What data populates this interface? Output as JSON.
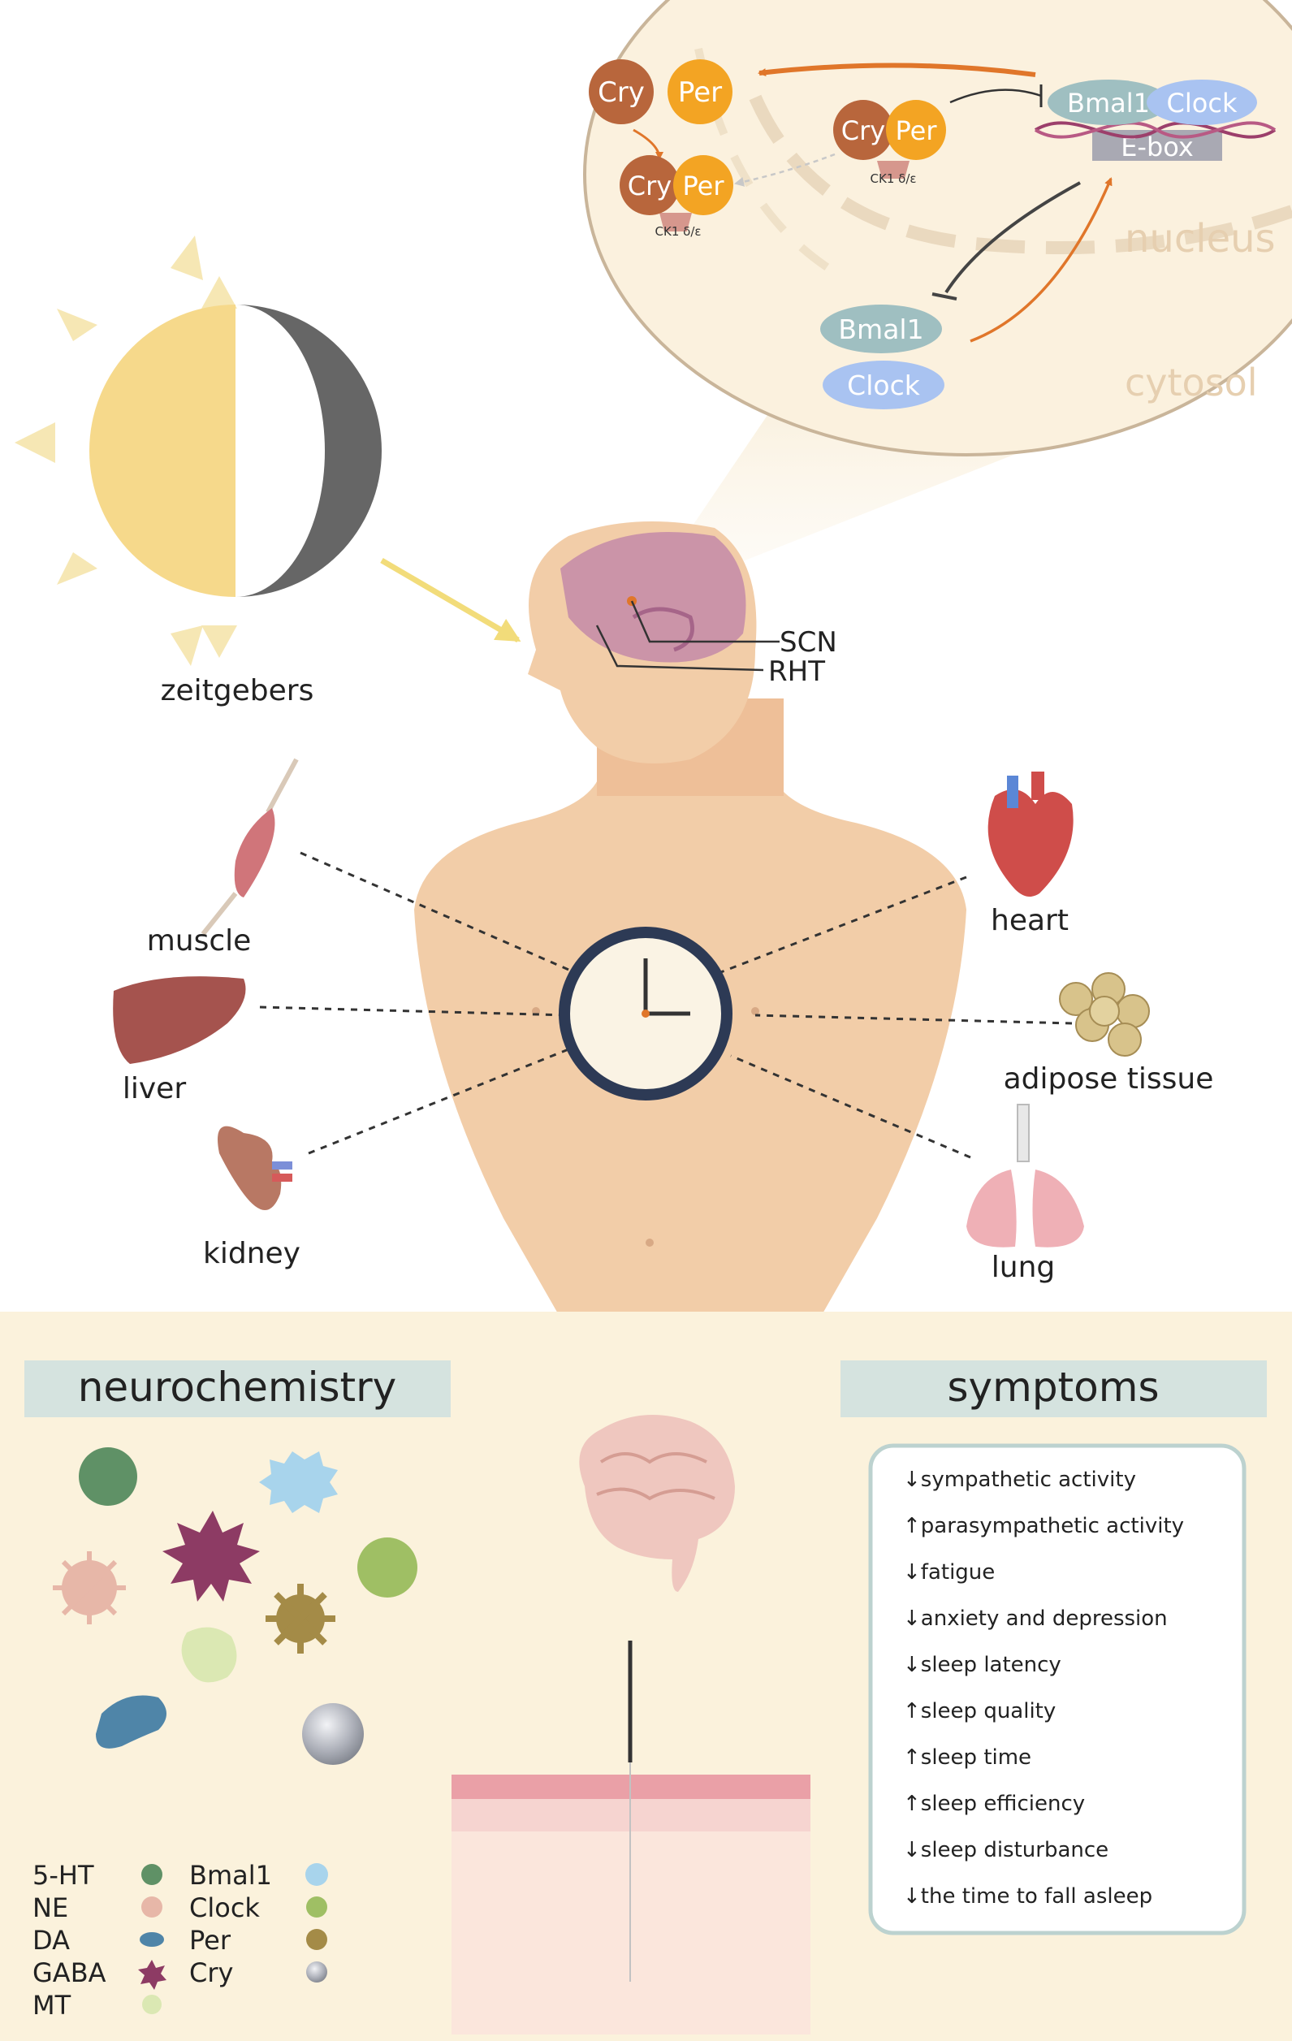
{
  "colors": {
    "cell_bg": "#fbf1de",
    "cell_border": "#c9b59a",
    "cry": "#b8663c",
    "per": "#f3a423",
    "bmal1": "#9fbfc1",
    "clock": "#a9c3f1",
    "arrow_orange": "#e0762a",
    "sun": "#f6d98b",
    "moon": "#666666",
    "skin": "#f2cda8",
    "panel_bg": "#fbf2dc",
    "header_bg": "#d5e3df",
    "box_border": "#bcd2cf",
    "m_5ht": "#5f9166",
    "m_ne": "#e7b7a8",
    "m_da": "#4f85a8",
    "m_gaba": "#8d3b64",
    "m_mt": "#dbe8b3",
    "m_bmal1": "#a8d4ec",
    "m_clock": "#9fbf64",
    "m_per": "#a48b47",
    "m_cry": "#a5a8b1"
  },
  "cell": {
    "nucleus": "nucleus",
    "cytosol": "cytosol",
    "cry": "Cry",
    "per": "Per",
    "ck1": "CK1 δ/ε",
    "bmal1": "Bmal1",
    "clock": "Clock",
    "ebox": "E-box"
  },
  "brain": {
    "scn": "SCN",
    "rht": "RHT"
  },
  "zeitgebers": "zeitgebers",
  "organs": {
    "muscle": "muscle",
    "liver": "liver",
    "kidney": "kidney",
    "heart": "heart",
    "adipose": "adipose tissue",
    "lung": "lung"
  },
  "neuro": {
    "title": "neurochemistry",
    "legend": [
      {
        "abbr": "5-HT"
      },
      {
        "abbr": "NE"
      },
      {
        "abbr": "DA"
      },
      {
        "abbr": "GABA"
      },
      {
        "abbr": "MT"
      },
      {
        "abbr": "Bmal1"
      },
      {
        "abbr": "Clock"
      },
      {
        "abbr": "Per"
      },
      {
        "abbr": "Cry"
      }
    ]
  },
  "symptoms": {
    "title": "symptoms",
    "items": [
      "↓sympathetic activity",
      "↑parasympathetic activity",
      "↓fatigue",
      "↓anxiety and depression",
      "↓sleep latency",
      "↑sleep quality",
      "↑sleep time",
      "↑sleep efficiency",
      "↓sleep disturbance",
      "↓the time to fall asleep"
    ]
  }
}
